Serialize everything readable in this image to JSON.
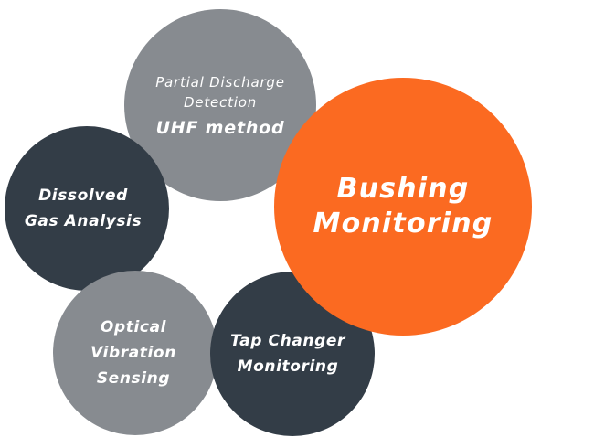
{
  "center": {
    "lines": [
      "Bushing",
      "Monitoring"
    ],
    "color": "#fb6a21"
  },
  "partial_discharge": {
    "lines": [
      "Partial Discharge",
      "Detection"
    ],
    "method": "UHF method",
    "color": "#878b90"
  },
  "dissolved_gas": {
    "lines": [
      "Dissolved",
      "Gas Analysis"
    ],
    "color": "#333d47"
  },
  "optical_vibration": {
    "lines": [
      "Optical",
      "Vibration",
      "Sensing"
    ],
    "color": "#878b90"
  },
  "tap_changer": {
    "lines": [
      "Tap Changer",
      "Monitoring"
    ],
    "color": "#333d47"
  }
}
